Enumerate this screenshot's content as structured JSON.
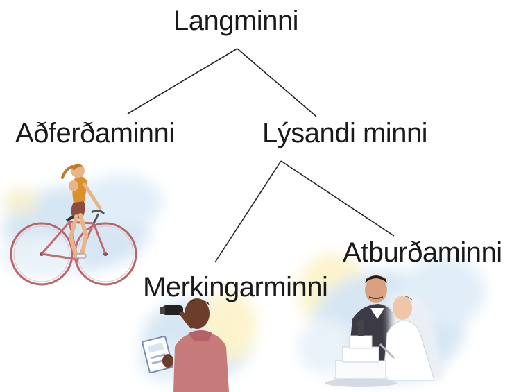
{
  "diagram": {
    "root": {
      "label": "Langminni"
    },
    "procedural": {
      "label": "Aðferðaminni",
      "illustration": "cyclist-illustration"
    },
    "declarative": {
      "label": "Lýsandi minni"
    },
    "semantic": {
      "label": "Merkingarminni",
      "illustration": "photographer-illustration"
    },
    "episodic": {
      "label": "Atburðaminni",
      "illustration": "wedding-couple-illustration"
    }
  },
  "edges": [
    {
      "from": "root",
      "to": "procedural"
    },
    {
      "from": "root",
      "to": "declarative"
    },
    {
      "from": "declarative",
      "to": "semantic"
    },
    {
      "from": "declarative",
      "to": "episodic"
    }
  ],
  "colors": {
    "text": "#1a1a1a",
    "line": "#222222",
    "watercolor_blue": "#cfe2f2",
    "watercolor_yellow": "#fbf2c4"
  }
}
